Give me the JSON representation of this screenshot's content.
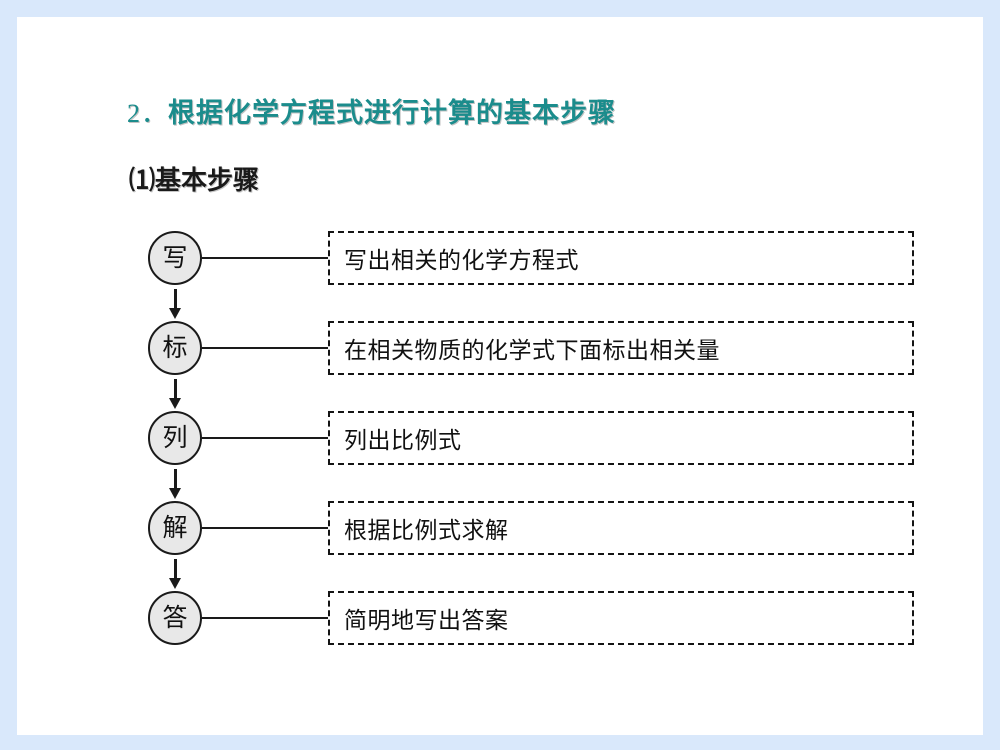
{
  "page": {
    "background_color": "#d9e8fb",
    "slide_color": "#ffffff"
  },
  "heading": {
    "number": "2．",
    "title": "根据化学方程式进行计算的基本步骤",
    "title_color": "#1b8c8c",
    "subtitle": "ⅰ)基本步骤",
    "subtitle_display": "⑴基本步骤",
    "subtitle_color": "#1a1a1a"
  },
  "flowchart": {
    "type": "flow-diagram",
    "node_fill": "#e8e8e8",
    "node_stroke": "#1a1a1a",
    "box_stroke": "#141414",
    "steps": [
      {
        "key": "xie",
        "node_label": "写",
        "description": "写出相关的化学方程式"
      },
      {
        "key": "biao",
        "node_label": "标",
        "description": "在相关物质的化学式下面标出相关量"
      },
      {
        "key": "lie",
        "node_label": "列",
        "description": "列出比例式"
      },
      {
        "key": "jie",
        "node_label": "解",
        "description": "根据比例式求解"
      },
      {
        "key": "da",
        "node_label": "答",
        "description": "简明地写出答案"
      }
    ]
  }
}
